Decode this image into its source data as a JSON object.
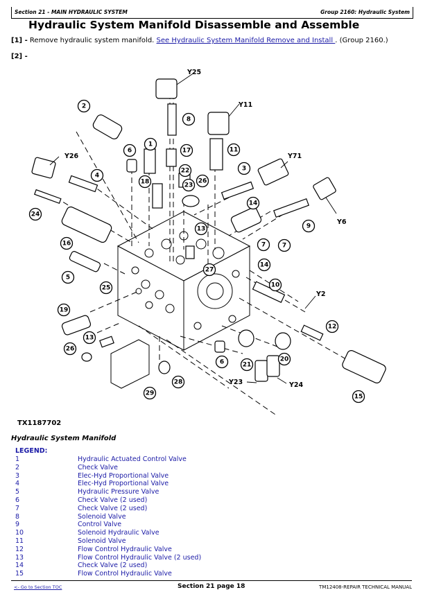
{
  "header": {
    "section": "Section 21 - MAIN HYDRAULIC SYSTEM",
    "group": "Group 2160: Hydraulic System"
  },
  "title": "Hydraulic System Manifold Disassemble and Assemble",
  "steps": [
    {
      "num": "[1] -",
      "text": "Remove hydraulic system manifold. ",
      "link": "See Hydraulic System Manifold Remove and Install ",
      "after": ". (Group 2160.)"
    },
    {
      "num": "[2] -",
      "text": ""
    }
  ],
  "figure": {
    "id": "TX1187702",
    "caption": "Hydraulic System Manifold",
    "callouts": [
      "1",
      "2",
      "3",
      "4",
      "5",
      "6",
      "7",
      "8",
      "9",
      "10",
      "11",
      "12",
      "13",
      "14",
      "15",
      "16",
      "17",
      "18",
      "19",
      "20",
      "21",
      "22",
      "23",
      "24",
      "25",
      "26",
      "27",
      "28",
      "29",
      "6",
      "7",
      "13",
      "14",
      "26"
    ],
    "solenoid_labels": [
      "Y25",
      "Y11",
      "Y26",
      "Y71",
      "Y6",
      "Y2",
      "Y23",
      "Y24"
    ]
  },
  "legend": {
    "heading": "LEGEND:",
    "items": [
      {
        "num": "1",
        "desc": "Hydraulic Actuated Control Valve"
      },
      {
        "num": "2",
        "desc": "Check Valve"
      },
      {
        "num": "3",
        "desc": "Elec-Hyd Proportional Valve"
      },
      {
        "num": "4",
        "desc": "Elec-Hyd Proportional Valve"
      },
      {
        "num": "5",
        "desc": "Hydraulic Pressure Valve"
      },
      {
        "num": "6",
        "desc": "Check Valve (2 used)"
      },
      {
        "num": "7",
        "desc": "Check Valve (2 used)"
      },
      {
        "num": "8",
        "desc": "Solenoid Valve"
      },
      {
        "num": "9",
        "desc": "Control Valve"
      },
      {
        "num": "10",
        "desc": "Solenoid Hydraulic Valve"
      },
      {
        "num": "11",
        "desc": "Solenoid Valve"
      },
      {
        "num": "12",
        "desc": "Flow Control Hydraulic Valve"
      },
      {
        "num": "13",
        "desc": "Flow Control Hydraulic Valve (2 used)"
      },
      {
        "num": "14",
        "desc": "Check Valve (2 used)"
      },
      {
        "num": "15",
        "desc": "Flow Control Hydraulic Valve"
      }
    ]
  },
  "footer": {
    "toc_link": "<- Go to Section TOC",
    "page": "Section 21 page 18",
    "manual": "TM12408-REPAIR TECHNICAL MANUAL"
  }
}
